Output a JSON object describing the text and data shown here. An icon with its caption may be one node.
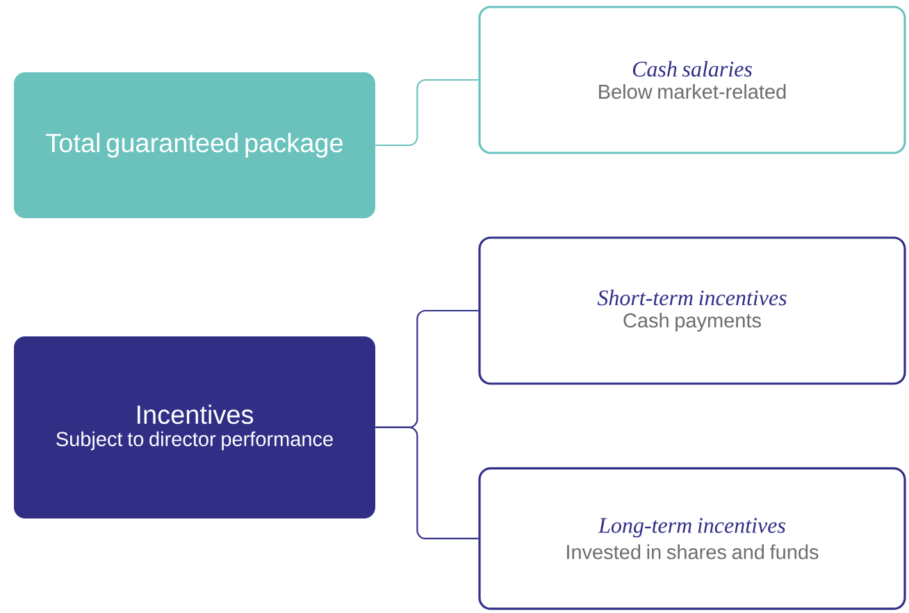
{
  "diagram": {
    "nodes": [
      {
        "text": [
          "Total guaranteed package"
        ]
      },
      {
        "text": [
          "Cash salaries",
          "Below market-related"
        ]
      },
      {
        "text": [
          "Incentives",
          "Subject to director performance"
        ]
      },
      {
        "text": [
          "Short-term incentives",
          "Cash payments"
        ]
      },
      {
        "text": [
          "Long-term incentives",
          "Invested in shares and funds"
        ]
      }
    ],
    "edges": [
      {
        "from": 0,
        "to": 1,
        "arrow": "none",
        "color": "#6bc2bd"
      },
      {
        "from": 2,
        "to": 3,
        "arrow": "none"
      },
      {
        "from": 2,
        "to": 4,
        "arrow": "none"
      }
    ]
  }
}
